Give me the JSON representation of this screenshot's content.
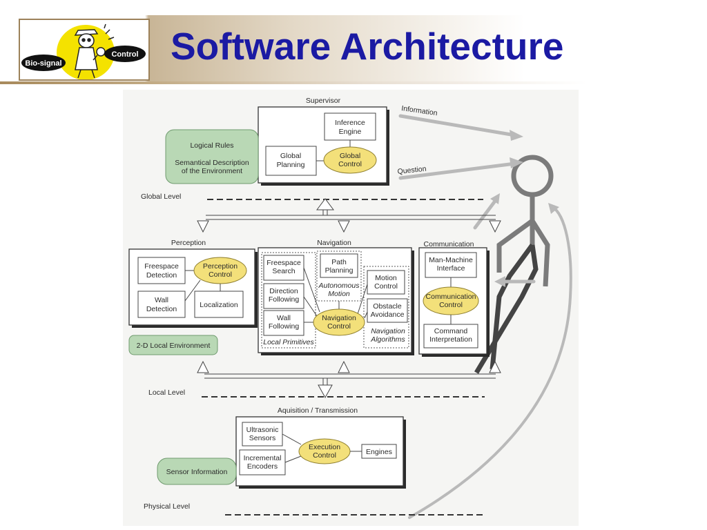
{
  "slide": {
    "title": "Software Architecture",
    "logo": {
      "left_text": "Bio-signal",
      "right_text": "Control"
    }
  },
  "diagram": {
    "supervisor": {
      "label": "Supervisor",
      "inference_engine": [
        "Inference",
        "Engine"
      ],
      "global_planning": [
        "Global",
        "Planning"
      ],
      "global_control": [
        "Global",
        "Control"
      ]
    },
    "logical_rules": {
      "title": "Logical Rules",
      "description": [
        "Semantical Description",
        "of the Environment"
      ]
    },
    "human_arrows": {
      "information": "Information",
      "question": "Question"
    },
    "levels": {
      "global": "Global Level",
      "local": "Local Level",
      "physical": "Physical Level"
    },
    "perception": {
      "label": "Perception",
      "freespace_detection": [
        "Freespace",
        "Detection"
      ],
      "perception_control": [
        "Perception",
        "Control"
      ],
      "wall_detection": [
        "Wall",
        "Detection"
      ],
      "localization": "Localization"
    },
    "navigation": {
      "label": "Navigation",
      "freespace_search": [
        "Freespace",
        "Search"
      ],
      "path_planning": [
        "Path",
        "Planning"
      ],
      "autonomous_motion": [
        "Autonomous",
        "Motion"
      ],
      "direction_following": [
        "Direction",
        "Following"
      ],
      "motion_control": [
        "Motion",
        "Control"
      ],
      "obstacle_avoidance": [
        "Obstacle",
        "Avoidance"
      ],
      "wall_following": [
        "Wall",
        "Following"
      ],
      "navigation_control": [
        "Navigation",
        "Control"
      ],
      "navigation_algorithms": [
        "Navigation",
        "Algorithms"
      ],
      "local_primitives": "Local Primitives"
    },
    "communication": {
      "label": "Communication",
      "man_machine_interface": [
        "Man-Machine",
        "Interface"
      ],
      "communication_control": [
        "Communication",
        "Control"
      ],
      "command_interpretation": [
        "Command",
        "Interpretation"
      ]
    },
    "local_environment": "2-D Local Environment",
    "acquisition": {
      "label": "Aquisition / Transmission",
      "ultrasonic_sensors": [
        "Ultrasonic",
        "Sensors"
      ],
      "incremental_encoders": [
        "Incremental",
        "Encoders"
      ],
      "execution_control": [
        "Execution",
        "Control"
      ],
      "engines": "Engines"
    },
    "sensor_information": "Sensor Information"
  }
}
